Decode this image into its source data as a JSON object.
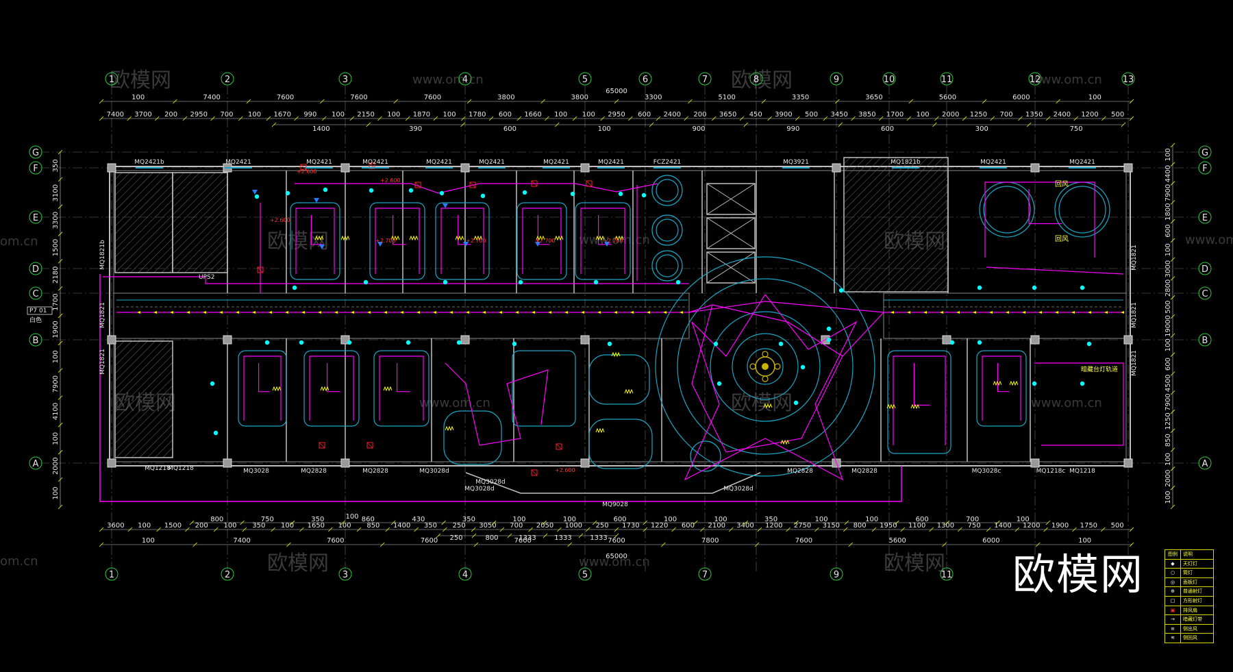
{
  "watermark": {
    "brand_cn": "欧模网",
    "url": "www.om.cn",
    "url_partial": "om.cn",
    "brand_corner": "欧模网"
  },
  "grid": {
    "columns": [
      "1",
      "2",
      "3",
      "4",
      "5",
      "6",
      "7",
      "8",
      "9",
      "10",
      "11",
      "12",
      "13"
    ],
    "columns_bottom": [
      "1",
      "2",
      "3",
      "4",
      "5",
      "7",
      "9",
      "11"
    ],
    "rows": [
      "G",
      "F",
      "E",
      "D",
      "C",
      "B",
      "A"
    ]
  },
  "dimensions": {
    "total": "65000",
    "top_row1": [
      "100",
      "7400",
      "7600",
      "7600",
      "7600",
      "3800",
      "3800",
      "3300",
      "5100",
      "3350",
      "3650",
      "5600",
      "6000",
      "100"
    ],
    "top_row2": [
      "7400",
      "3700",
      "200",
      "2950",
      "700",
      "100",
      "1670",
      "990",
      "100",
      "2150",
      "100",
      "1870",
      "100",
      "1780",
      "600",
      "1660",
      "100",
      "100",
      "2950",
      "600",
      "2400",
      "200",
      "3650",
      "450",
      "3900",
      "500",
      "3450",
      "3850",
      "1700",
      "100",
      "2000",
      "1250",
      "700",
      "1350",
      "2400",
      "1200",
      "500"
    ],
    "top_row3": [
      "1400",
      "390",
      "600",
      "100",
      "900",
      "990",
      "600",
      "300",
      "750"
    ],
    "bottom_row1": [
      "3600",
      "100",
      "1500",
      "200",
      "100",
      "350",
      "100",
      "1650",
      "100",
      "850",
      "1400",
      "350",
      "250",
      "3050",
      "700",
      "2050",
      "1000",
      "250",
      "1730",
      "1220",
      "600",
      "2100",
      "3400",
      "1200",
      "2750",
      "3150",
      "800",
      "1950",
      "1100",
      "1300",
      "750",
      "1400",
      "1200",
      "1900",
      "1750",
      "500"
    ],
    "bottom_row1_top": [
      "800",
      "750",
      "350",
      "860",
      "430",
      "350",
      "100",
      "100",
      "600",
      "100",
      "100",
      "350",
      "100",
      "100",
      "600",
      "700",
      "100"
    ],
    "bottom_row2": [
      "100",
      "7400",
      "7600",
      "7600",
      "7600",
      "7600",
      "7800",
      "7600",
      "5600",
      "6000",
      "100"
    ],
    "bottom_row2_top": [
      "250",
      "800",
      "1333",
      "1333",
      "1333"
    ],
    "left_stack": [
      "350",
      "3100",
      "3300",
      "1500",
      "2180",
      "1700",
      "1900",
      "100",
      "7900",
      "4100",
      "100",
      "2000",
      "100"
    ],
    "right_stack": [
      "100",
      "4400",
      "7900",
      "1800",
      "600",
      "100",
      "3000",
      "2800",
      "500",
      "19000",
      "100",
      "600",
      "4500",
      "7900",
      "1250",
      "850",
      "100",
      "2000",
      "100"
    ]
  },
  "doors_top": [
    "MQ2421b",
    "MQ2421",
    "MQ2421",
    "MQ2421",
    "MQ2421",
    "MQ2421",
    "MQ2421",
    "MQ2421",
    "FCZ2421",
    "MQ3921",
    "MQ1821b",
    "MQ2421",
    "MQ2421"
  ],
  "doors_bottom": [
    "MQ1218",
    "MQ1218",
    "MQ3028",
    "MQ2828",
    "MQ2828",
    "MQ3028d",
    "MQ3028d",
    "MQ9028",
    "MQ3028d",
    "MQ3028d",
    "MQ2828",
    "MQ2828",
    "MQ3028c",
    "MQ1218c",
    "MQ1218"
  ],
  "doors_side": [
    "MQ1821b",
    "MQ1821",
    "MQ1821",
    "MQ1821",
    "MQ1821",
    "MQ1821"
  ],
  "labels": {
    "ups": "UPS2",
    "section_tag": "P7 01",
    "white_color": "白色",
    "note_return": "回风",
    "note_return2": "回风",
    "note_track": "暗藏台灯轨道",
    "elevation": "+2.600",
    "elevation2": "+2.700"
  },
  "legend": {
    "header": [
      "图例",
      "说明"
    ],
    "items": [
      {
        "symbol": "◆",
        "text": "天灯灯"
      },
      {
        "symbol": "○",
        "text": "筒灯"
      },
      {
        "symbol": "◎",
        "text": "面板灯"
      },
      {
        "symbol": "⊕",
        "text": "普通射灯"
      },
      {
        "symbol": "□",
        "text": "方形射灯"
      },
      {
        "symbol": "▣",
        "text": "排风扇"
      },
      {
        "symbol": "→",
        "text": "暗藏灯带"
      },
      {
        "symbol": "≡",
        "text": "侧出风"
      },
      {
        "symbol": "≋",
        "text": "侧回风"
      }
    ]
  },
  "colors": {
    "background": "#000000",
    "wall": "#bfbfbf",
    "wire": "#ff00ff",
    "fixture": "#00ffff",
    "ceiling": "#1aa7c7",
    "grid_circle": "#2ecc40",
    "axis_line": "#6a6a6a",
    "annotation": "#ffff00",
    "emergency": "#ff2020",
    "hatch": "#7a7a7a"
  }
}
